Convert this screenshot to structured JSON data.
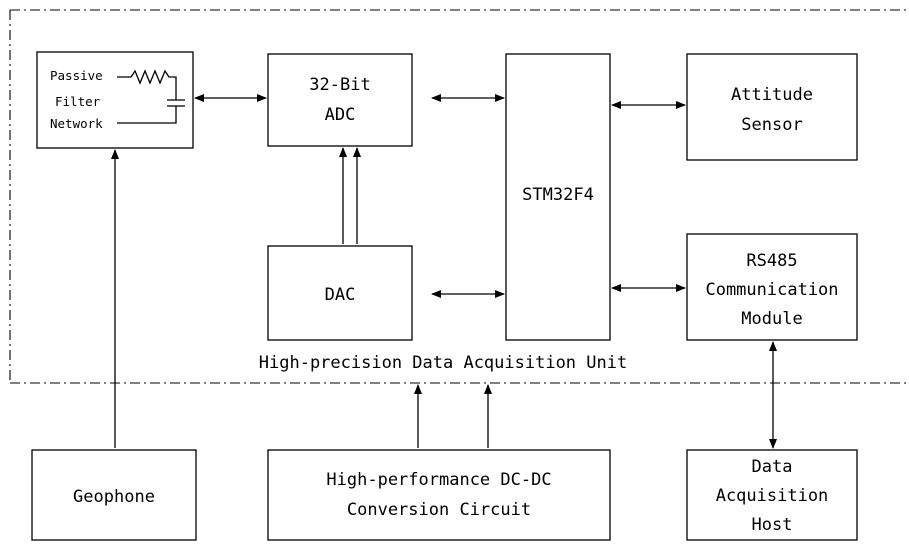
{
  "unit_label": "High-precision Data Acquisition Unit",
  "blocks": {
    "filter": [
      "Passive",
      "Filter",
      "Network"
    ],
    "adc": [
      "32-Bit",
      "ADC"
    ],
    "dac": "DAC",
    "mcu": "STM32F4",
    "attitude": [
      "Attitude",
      "Sensor"
    ],
    "rs485": [
      "RS485",
      "Communication",
      "Module"
    ],
    "geophone": "Geophone",
    "dcdc": [
      "High-performance DC-DC",
      "Conversion Circuit"
    ],
    "host": [
      "Data",
      "Acquisition",
      "Host"
    ]
  }
}
